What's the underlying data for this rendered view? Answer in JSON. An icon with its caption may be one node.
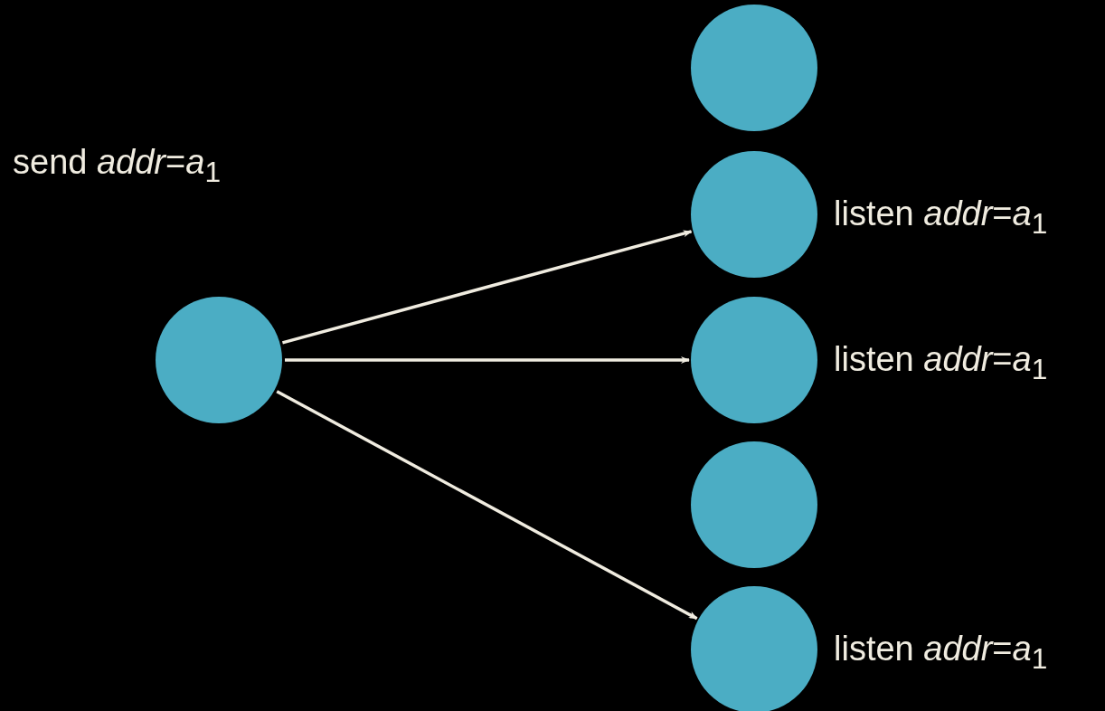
{
  "diagram": {
    "nodes": [
      {
        "text": [],
        "shape": "circle",
        "beside": [
          "send *addr*=*a*$_{1}$"
        ]
      },
      {
        "text": [],
        "shape": "circle"
      },
      {
        "text": [],
        "shape": "circle",
        "beside": [
          "listen *addr*=*a*$_{1}$"
        ]
      },
      {
        "text": [],
        "shape": "circle",
        "beside": [
          "listen *addr*=*a*$_{1}$"
        ]
      },
      {
        "text": [],
        "shape": "circle"
      },
      {
        "text": [],
        "shape": "circle",
        "beside": [
          "listen *addr*=*a*$_{1}$"
        ]
      }
    ],
    "edges": [
      {
        "from": 0,
        "to": 2,
        "arrow": "to"
      },
      {
        "from": 0,
        "to": 3,
        "arrow": "to"
      },
      {
        "from": 0,
        "to": 5,
        "arrow": "to"
      }
    ]
  }
}
